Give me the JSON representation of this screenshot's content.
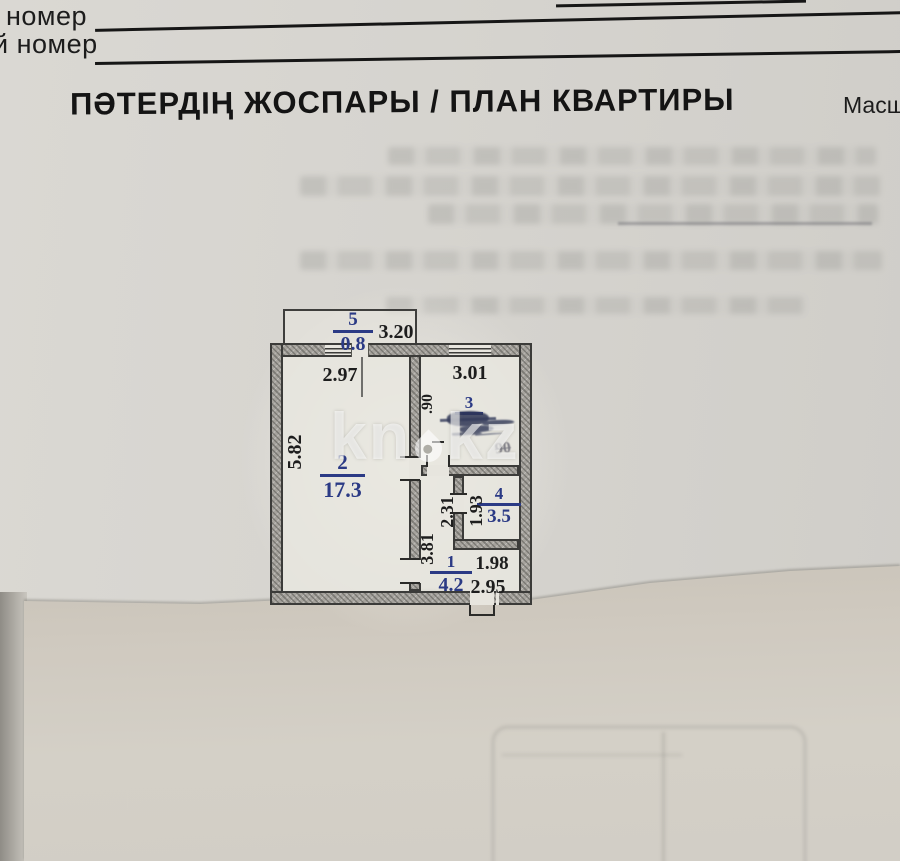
{
  "form": {
    "row1_label": "номер",
    "row2_label": "й номер"
  },
  "header": {
    "title": "ПӘТЕРДІҢ ЖОСПАРЫ / ПЛАН КВАРТИРЫ",
    "scale_label": "Масш"
  },
  "watermark": {
    "left": "kn",
    "right": "kz"
  },
  "plan": {
    "balcony": {
      "number": "5",
      "area": "0.8",
      "dim_width": "3.20"
    },
    "living": {
      "number": "2",
      "area": "17.3",
      "dim_width": "2.97",
      "dim_depth": "5.82"
    },
    "bath": {
      "number": "3",
      "dim_width": "3.01",
      "dim_door": ".90",
      "dim_smudge": "90"
    },
    "storage": {
      "number": "4",
      "area": "3.5",
      "dim_depth": "1.93"
    },
    "hall": {
      "number": "1",
      "area": "4.2",
      "dim_top": "1.98",
      "dim_bottom": "2.95",
      "dim_side": "3.81",
      "dim_corridor": "2.31"
    }
  },
  "colors": {
    "ink_blue": "#2b3a85",
    "ink_black": "#1d1d1d",
    "wall_fill": "#a6a39d",
    "wall_edge": "#3b3b39",
    "paper_top": "#d6d4cf",
    "paper_bottom": "#cfc9bf"
  }
}
